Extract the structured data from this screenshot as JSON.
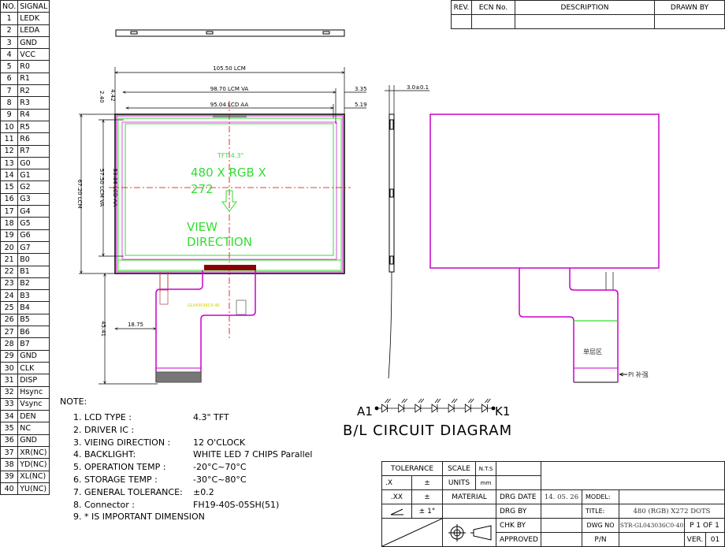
{
  "pin_table": {
    "header_no": "NO.",
    "header_signal": "SIGNAL",
    "pins": [
      {
        "no": "1",
        "signal": "LEDK"
      },
      {
        "no": "2",
        "signal": "LEDA"
      },
      {
        "no": "3",
        "signal": "GND"
      },
      {
        "no": "4",
        "signal": "VCC"
      },
      {
        "no": "5",
        "signal": "R0"
      },
      {
        "no": "6",
        "signal": "R1"
      },
      {
        "no": "7",
        "signal": "R2"
      },
      {
        "no": "8",
        "signal": "R3"
      },
      {
        "no": "9",
        "signal": "R4"
      },
      {
        "no": "10",
        "signal": "R5"
      },
      {
        "no": "11",
        "signal": "R6"
      },
      {
        "no": "12",
        "signal": "R7"
      },
      {
        "no": "13",
        "signal": "G0"
      },
      {
        "no": "14",
        "signal": "G1"
      },
      {
        "no": "15",
        "signal": "G2"
      },
      {
        "no": "16",
        "signal": "G3"
      },
      {
        "no": "17",
        "signal": "G4"
      },
      {
        "no": "18",
        "signal": "G5"
      },
      {
        "no": "19",
        "signal": "G6"
      },
      {
        "no": "20",
        "signal": "G7"
      },
      {
        "no": "21",
        "signal": "B0"
      },
      {
        "no": "22",
        "signal": "B1"
      },
      {
        "no": "23",
        "signal": "B2"
      },
      {
        "no": "24",
        "signal": "B3"
      },
      {
        "no": "25",
        "signal": "B4"
      },
      {
        "no": "26",
        "signal": "B5"
      },
      {
        "no": "27",
        "signal": "B6"
      },
      {
        "no": "28",
        "signal": "B7"
      },
      {
        "no": "29",
        "signal": "GND"
      },
      {
        "no": "30",
        "signal": "CLK"
      },
      {
        "no": "31",
        "signal": "DISP"
      },
      {
        "no": "32",
        "signal": "Hsync"
      },
      {
        "no": "33",
        "signal": "Vsync"
      },
      {
        "no": "34",
        "signal": "DEN"
      },
      {
        "no": "35",
        "signal": "NC"
      },
      {
        "no": "36",
        "signal": "GND"
      },
      {
        "no": "37",
        "signal": "XR(NC)"
      },
      {
        "no": "38",
        "signal": "YD(NC)"
      },
      {
        "no": "39",
        "signal": "XL(NC)"
      },
      {
        "no": "40",
        "signal": "YU(NC)"
      }
    ]
  },
  "revision_block": {
    "rev": "REV.",
    "ecn": "ECN No.",
    "description": "DESCRIPTION",
    "drawn_by": "DRAWN BY"
  },
  "dimensions": {
    "lcm_width": "105.50 LCM",
    "va_width": "98.70 LCM VA",
    "aa_width": "95.04 LCD AA",
    "right_va": "3.35",
    "right_aa": "5.19",
    "top_va": "2.40",
    "top_aa": "4.42",
    "lcm_height": "67.20 LCM",
    "va_height": "57.50 LCM VA",
    "aa_height": "53.86 LCD AA",
    "fpc_offset": "18.75",
    "fpc_length": "45.41",
    "thickness": "3.0±0.1"
  },
  "panel": {
    "type_label": "TFT 4.3\"",
    "resolution_line1": "480 X RGB X",
    "resolution_line2": "272",
    "view_line1": "VIEW",
    "view_line2": "DIRECTION",
    "fpc_code": "GL043036C0-40"
  },
  "rear_view": {
    "single_layer": "单层区",
    "stiffener": "PI 补强"
  },
  "backlight": {
    "anode": "A1",
    "cathode": "K1",
    "title": "B/L CIRCUIT DIAGRAM",
    "led_count": 7
  },
  "notes": {
    "heading": "NOTE:",
    "items": [
      {
        "label": "1. LCD TYPE :",
        "value": "4.3\"   TFT"
      },
      {
        "label": "2. DRIVER IC :",
        "value": ""
      },
      {
        "label": "3. VIEING DIRECTION :",
        "value": "12 O'CLOCK"
      },
      {
        "label": "4. BACKLIGHT:",
        "value": "WHITE LED 7 CHIPS Parallel"
      },
      {
        "label": "5. OPERATION TEMP :",
        "value": "-20°C~70°C"
      },
      {
        "label": "6. STORAGE TEMP :",
        "value": "-30°C~80°C"
      },
      {
        "label": "7. GENERAL TOLERANCE:",
        "value": "±0.2"
      },
      {
        "label": "8. Connector :",
        "value": "FH19-40S-05SH(51)"
      },
      {
        "label": "9. * IS IMPORTANT DIMENSION",
        "value": ""
      }
    ]
  },
  "title_block": {
    "tolerance": "TOLERANCE",
    "scale": "SCALE",
    "scale_value": "N.T.S",
    "x": ".X",
    "x_tol": "±",
    "units": "UNITS",
    "units_value": "mm",
    "xx": ".XX",
    "xx_tol": "±",
    "material": "MATERIAL",
    "angle_tol": "± 1°",
    "drg_date": "DRG DATE",
    "drg_date_value": "14. 05. 26",
    "model": "MODEL:",
    "drg_by": "DRG BY",
    "title": "TITLE:",
    "title_value": "480 (RGB) X272  DOTS",
    "chk_by": "CHK BY",
    "dwg_no": "DWG NO",
    "dwg_no_value": "STR-GL043036C0-40",
    "page": "P  1  OF  1",
    "approved": "APPROVED",
    "pn": "P/N",
    "ver": "VER.",
    "ver_value": "01"
  },
  "colors": {
    "outline": "#cc00cc",
    "active_area": "#33dd33",
    "center_line": "#dd0000",
    "connector": "#8b0000"
  }
}
